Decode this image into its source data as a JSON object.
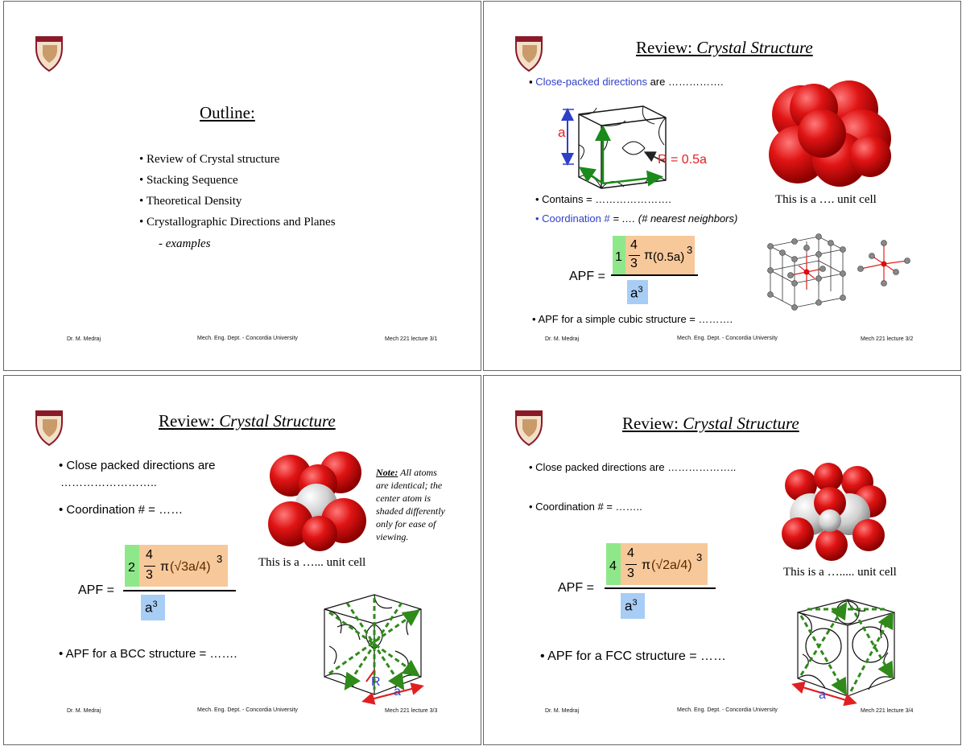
{
  "slide1": {
    "title": "Outline:",
    "items": [
      "• Review of Crystal structure",
      "•  Stacking Sequence",
      "• Theoretical Density",
      "• Crystallographic Directions and Planes"
    ],
    "sub_item": "- examples",
    "footer": {
      "left": "Dr. M. Medraj",
      "center": "Mech. Eng. Dept. - Concordia University",
      "right": "Mech 221 lecture 3/1"
    }
  },
  "slide2": {
    "title_plain": "Review: ",
    "title_italic": "Crystal Structure",
    "bullet1_blue": "Close-packed directions",
    "bullet1_rest": " are …………….",
    "label_a": "a",
    "label_R": "R = 0.5a",
    "contains": "• Contains = ………………….",
    "coord_blue": "• Coordination #",
    "coord_rest": " = …. (# nearest neighbors)",
    "unit_cell": "This is a …. unit cell",
    "apf_label": "APF =",
    "apf_coeff": "1",
    "apf_num": "4",
    "apf_den": "3",
    "apf_pi": "π",
    "apf_radius": "(0.5a)",
    "apf_exp": "3",
    "apf_bottom": "a",
    "apf_bottom_exp": "3",
    "bullet_last": "• APF for a simple cubic structure = ……….",
    "footer": {
      "left": "Dr. M. Medraj",
      "center": "Mech. Eng. Dept. - Concordia University",
      "right": "Mech 221 lecture 3/2"
    }
  },
  "slide3": {
    "title_plain": "Review: ",
    "title_italic": "Crystal Structure",
    "bullet1": "•  Close packed directions are",
    "bullet1_cont": "……………………..",
    "bullet2": "•  Coordination # = ……",
    "note_label": "Note:",
    "note_text": [
      " All atoms",
      "are identical; the",
      "center atom is",
      "shaded differently",
      "only for ease of",
      "viewing."
    ],
    "unit_cell": "This is a …... unit cell",
    "apf_label": "APF =",
    "apf_coeff": "2",
    "apf_num": "4",
    "apf_den": "3",
    "apf_pi": "π",
    "apf_radius": "(√3a/4)",
    "apf_exp": "3",
    "apf_bottom": "a",
    "apf_bottom_exp": "3",
    "bullet_last": "•  APF for a BCC structure = …….",
    "label_R": "R",
    "label_a": "a",
    "footer": {
      "left": "Dr. M. Medraj",
      "center": "Mech. Eng. Dept. - Concordia University",
      "right": "Mech 221 lecture 3/3"
    }
  },
  "slide4": {
    "title_plain": "Review: ",
    "title_italic": "Crystal Structure",
    "bullet1": "•  Close packed directions are ………………..",
    "bullet2": "•  Coordination # = ……..",
    "unit_cell": "This is a …..... unit cell",
    "apf_label": "APF =",
    "apf_coeff": "4",
    "apf_num": "4",
    "apf_den": "3",
    "apf_pi": "π",
    "apf_radius": "(√2a/4)",
    "apf_exp": "3",
    "apf_bottom": "a",
    "apf_bottom_exp": "3",
    "bullet_last": "•  APF for a FCC structure = ……",
    "label_a": "a",
    "footer": {
      "left": "Dr. M. Medraj",
      "center": "Mech. Eng. Dept. - Concordia University",
      "right": "Mech 221 lecture 3/4"
    }
  },
  "colors": {
    "sphere_red": "#d61010",
    "sphere_white": "#cfcfcf",
    "green_arrow": "#1a8a1a",
    "dashed_green": "#2f8a1a",
    "blue_text": "#2f3fc8",
    "apf_orange": "#f7c89a",
    "apf_green": "#8ee88a",
    "apf_blue": "#a8cdf5",
    "logo_maroon": "#8a1a2a"
  }
}
